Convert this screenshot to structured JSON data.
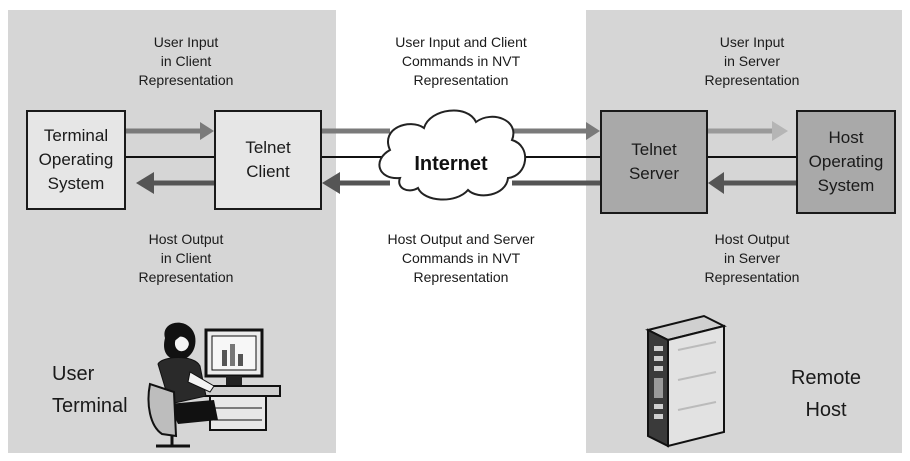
{
  "left_panel": {
    "title": "User\nTerminal",
    "top_label": "User Input\nin Client\nRepresentation",
    "bottom_label": "Host Output\nin Client\nRepresentation",
    "box_os": "Terminal\nOperating\nSystem",
    "box_client": "Telnet\nClient"
  },
  "middle": {
    "top_label": "User Input  and Client\nCommands in NVT\nRepresentation",
    "bottom_label": "Host Output and Server\nCommands in NVT\nRepresentation",
    "cloud": "Internet"
  },
  "right_panel": {
    "title": "Remote\nHost",
    "top_label": "User Input\nin Server\nRepresentation",
    "bottom_label": "Host Output\nin Server\nRepresentation",
    "box_server": "Telnet\nServer",
    "box_os": "Host\nOperating\nSystem"
  },
  "icons": {
    "user": "person-at-computer-icon",
    "host": "server-tower-icon"
  }
}
